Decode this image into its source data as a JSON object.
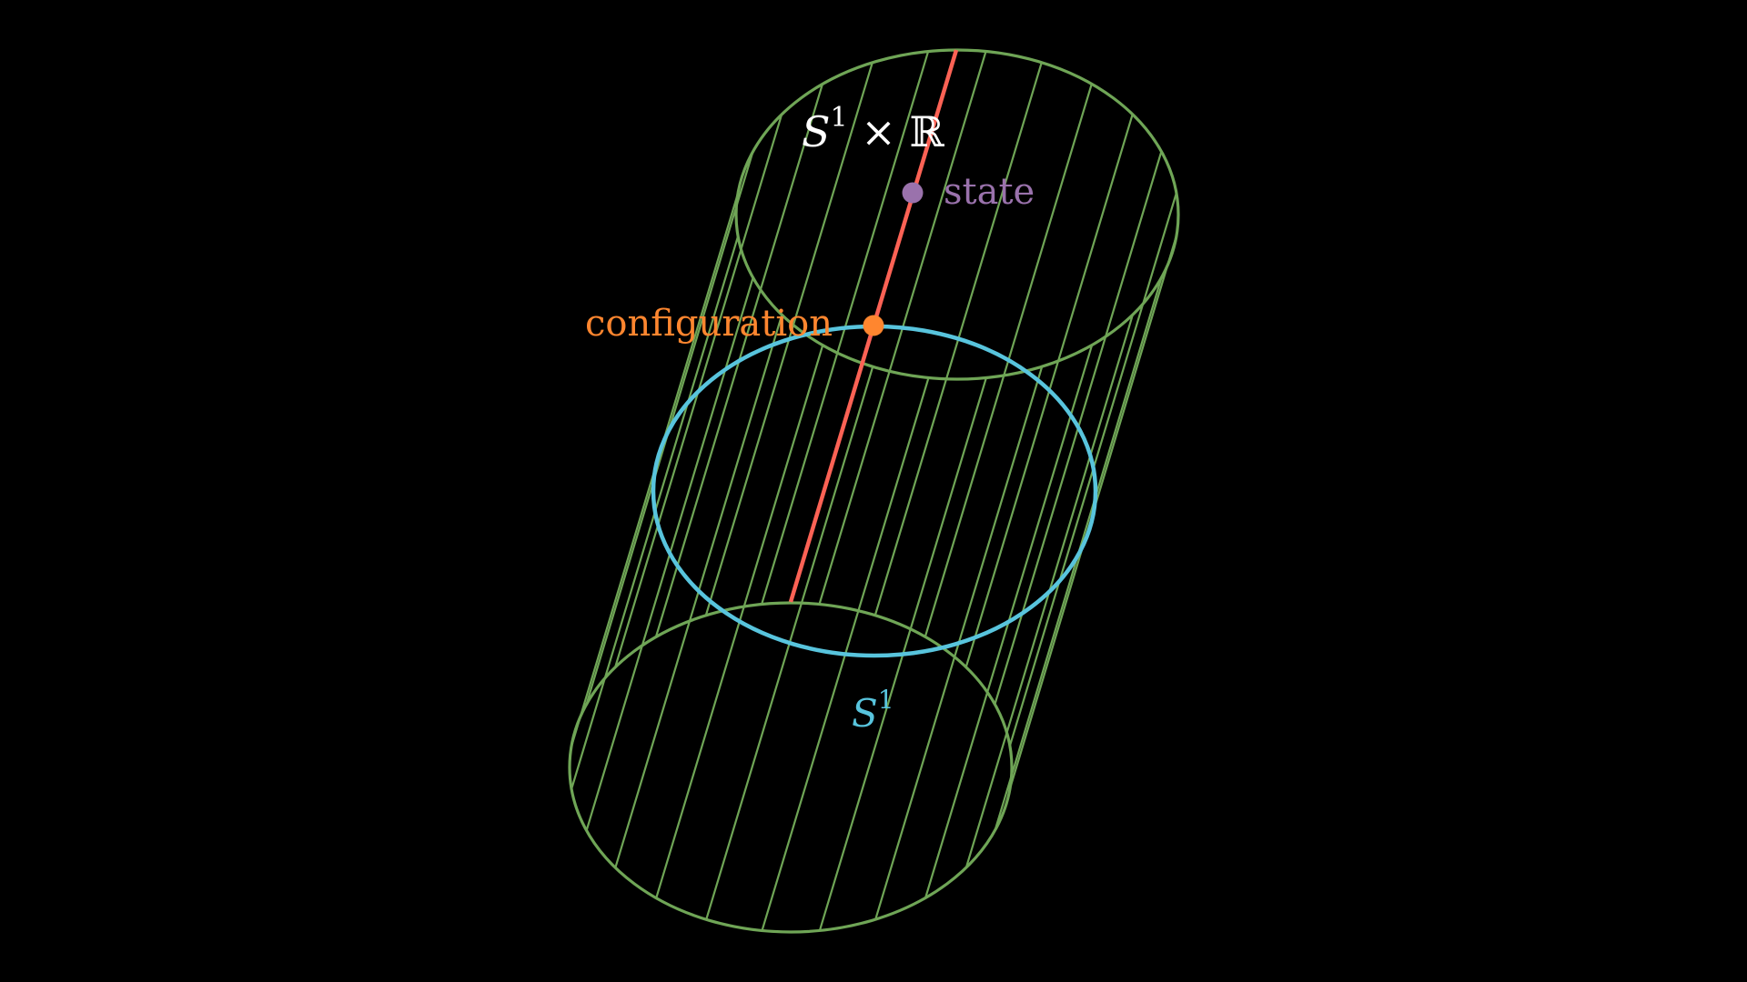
{
  "labels": {
    "product_space": {
      "base": "S",
      "sup": "1",
      "rest": " × ℝ"
    },
    "state": "state",
    "configuration": "configuration",
    "circle": {
      "base": "S",
      "sup": "1"
    }
  },
  "colors": {
    "background": "#000000",
    "cylinder": "#6fa556",
    "circle": "#58c4dd",
    "fiber": "#fc6255",
    "state": "#9a72ac",
    "configuration": "#ff862f",
    "product_label": "#ffffff"
  }
}
